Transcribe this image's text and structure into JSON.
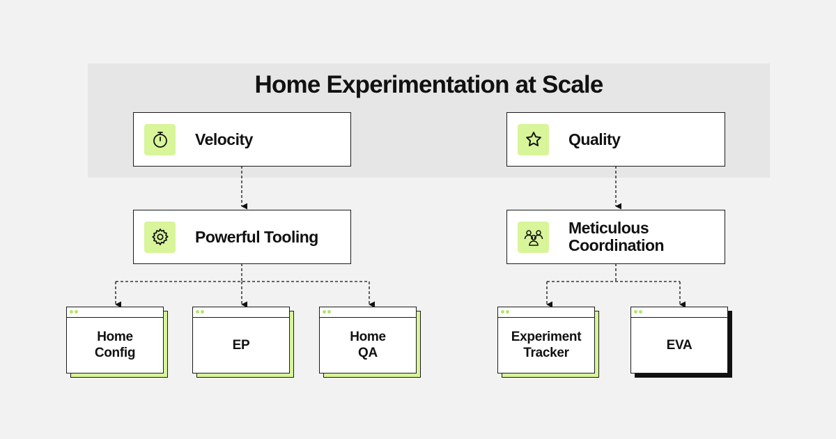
{
  "title": "Home Experimentation at Scale",
  "pillars": {
    "velocity": {
      "label": "Velocity",
      "icon": "stopwatch-icon"
    },
    "quality": {
      "label": "Quality",
      "icon": "star-icon"
    }
  },
  "capabilities": {
    "tooling": {
      "label": "Powerful Tooling",
      "icon": "gear-icon"
    },
    "coordination": {
      "label_line1": "Meticulous",
      "label_line2": "Coordination",
      "icon": "team-icon"
    }
  },
  "tools": {
    "home_config": {
      "line1": "Home",
      "line2": "Config"
    },
    "ep": {
      "line1": "EP"
    },
    "home_qa": {
      "line1": "Home",
      "line2": "QA"
    },
    "experiment_tracker": {
      "line1": "Experiment",
      "line2": "Tracker"
    },
    "eva": {
      "line1": "EVA"
    }
  },
  "colors": {
    "accent": "#d8f59a",
    "background": "#f2f2f2",
    "band": "#e6e6e6",
    "ink": "#111111"
  }
}
